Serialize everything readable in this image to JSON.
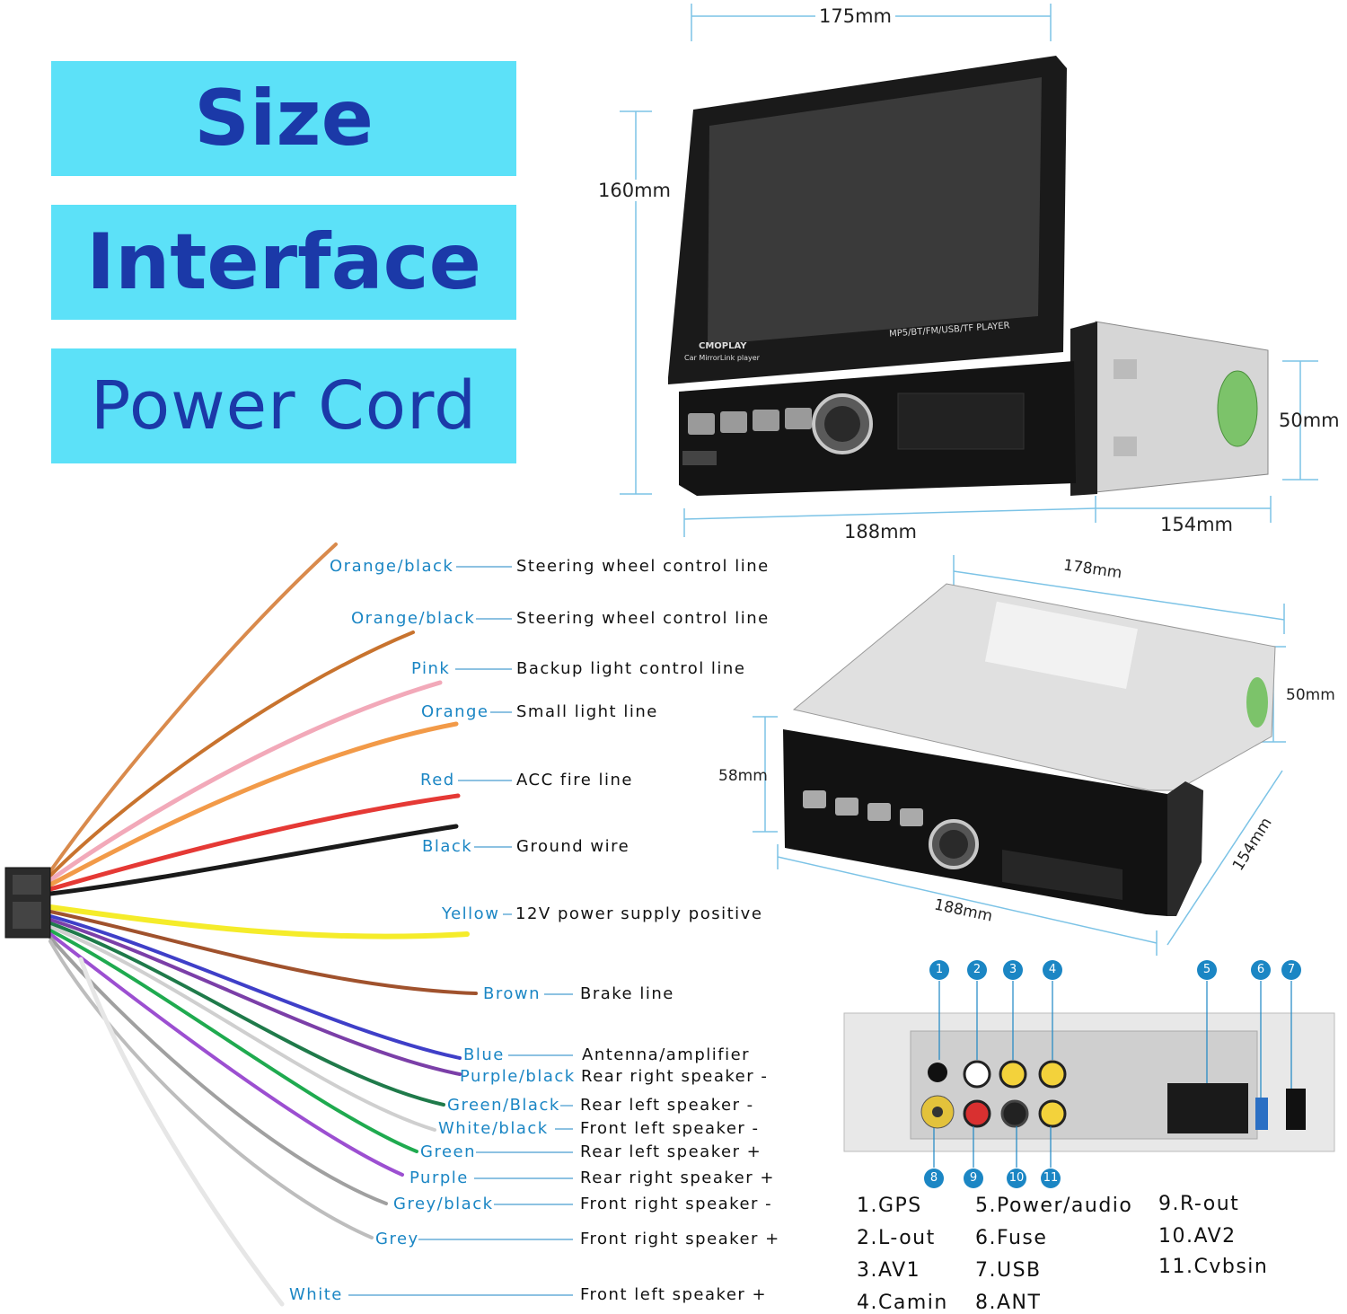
{
  "tags": {
    "size": "Size",
    "interface": "Interface",
    "power_cord": "Power Cord"
  },
  "dimensions_top": {
    "width": "175mm",
    "height": "160mm",
    "depth_front": "188mm",
    "depth_body": "154mm",
    "side_height": "50mm"
  },
  "dimensions_mid": {
    "top_width": "178mm",
    "side_height": "50mm",
    "front_height": "58mm",
    "front_width": "188mm",
    "depth": "154mm"
  },
  "unit_text": {
    "brand": "CMOPLAY",
    "sub": "Car MirrorLink player",
    "player": "MP5/BT/FM/USB/TF PLAYER"
  },
  "wires": [
    {
      "color_name": "Orange/black",
      "desc": "Steering wheel control line",
      "hex": "#d98a4c"
    },
    {
      "color_name": "Orange/black",
      "desc": "Steering wheel control line",
      "hex": "#c8732e"
    },
    {
      "color_name": "Pink",
      "desc": "Backup light control line",
      "hex": "#f2a9b9"
    },
    {
      "color_name": "Orange",
      "desc": "Small light line",
      "hex": "#f29a48"
    },
    {
      "color_name": "Red",
      "desc": "ACC fire line",
      "hex": "#e53935"
    },
    {
      "color_name": "Black",
      "desc": "Ground wire",
      "hex": "#1a1a1a"
    },
    {
      "color_name": "Yellow",
      "desc": "12V power supply positive",
      "hex": "#f5ec2a"
    },
    {
      "color_name": "Brown",
      "desc": "Brake line",
      "hex": "#a0522d"
    },
    {
      "color_name": "Blue",
      "desc": "Antenna/amplifier",
      "hex": "#3f3fc8"
    },
    {
      "color_name": "Purple/black",
      "desc": "Rear right speaker -",
      "hex": "#7b3fa8"
    },
    {
      "color_name": "Green/Black",
      "desc": "Rear left speaker -",
      "hex": "#1f7a4a"
    },
    {
      "color_name": "White/black",
      "desc": "Front left speaker -",
      "hex": "#cfcfcf"
    },
    {
      "color_name": "Green",
      "desc": "Rear left speaker +",
      "hex": "#1faa4f"
    },
    {
      "color_name": "Purple",
      "desc": "Rear right speaker +",
      "hex": "#9c4fd1"
    },
    {
      "color_name": "Grey/black",
      "desc": "Front right speaker -",
      "hex": "#a0a0a0"
    },
    {
      "color_name": "Grey",
      "desc": "Front right speaker +",
      "hex": "#bdbdbd"
    },
    {
      "color_name": "White",
      "desc": "Front left speaker +",
      "hex": "#e6e6e6"
    }
  ],
  "ports_top": [
    "1",
    "2",
    "3",
    "4",
    "5",
    "6",
    "7"
  ],
  "ports_bottom": [
    "8",
    "9",
    "10",
    "11"
  ],
  "legend": {
    "col1": [
      "1.GPS",
      "2.L-out",
      "3.AV1",
      "4.Camin"
    ],
    "col2": [
      "5.Power/audio",
      "6.Fuse",
      "7.USB",
      "8.ANT"
    ],
    "col3": [
      "9.R-out",
      "10.AV2",
      "11.Cvbsin"
    ]
  }
}
